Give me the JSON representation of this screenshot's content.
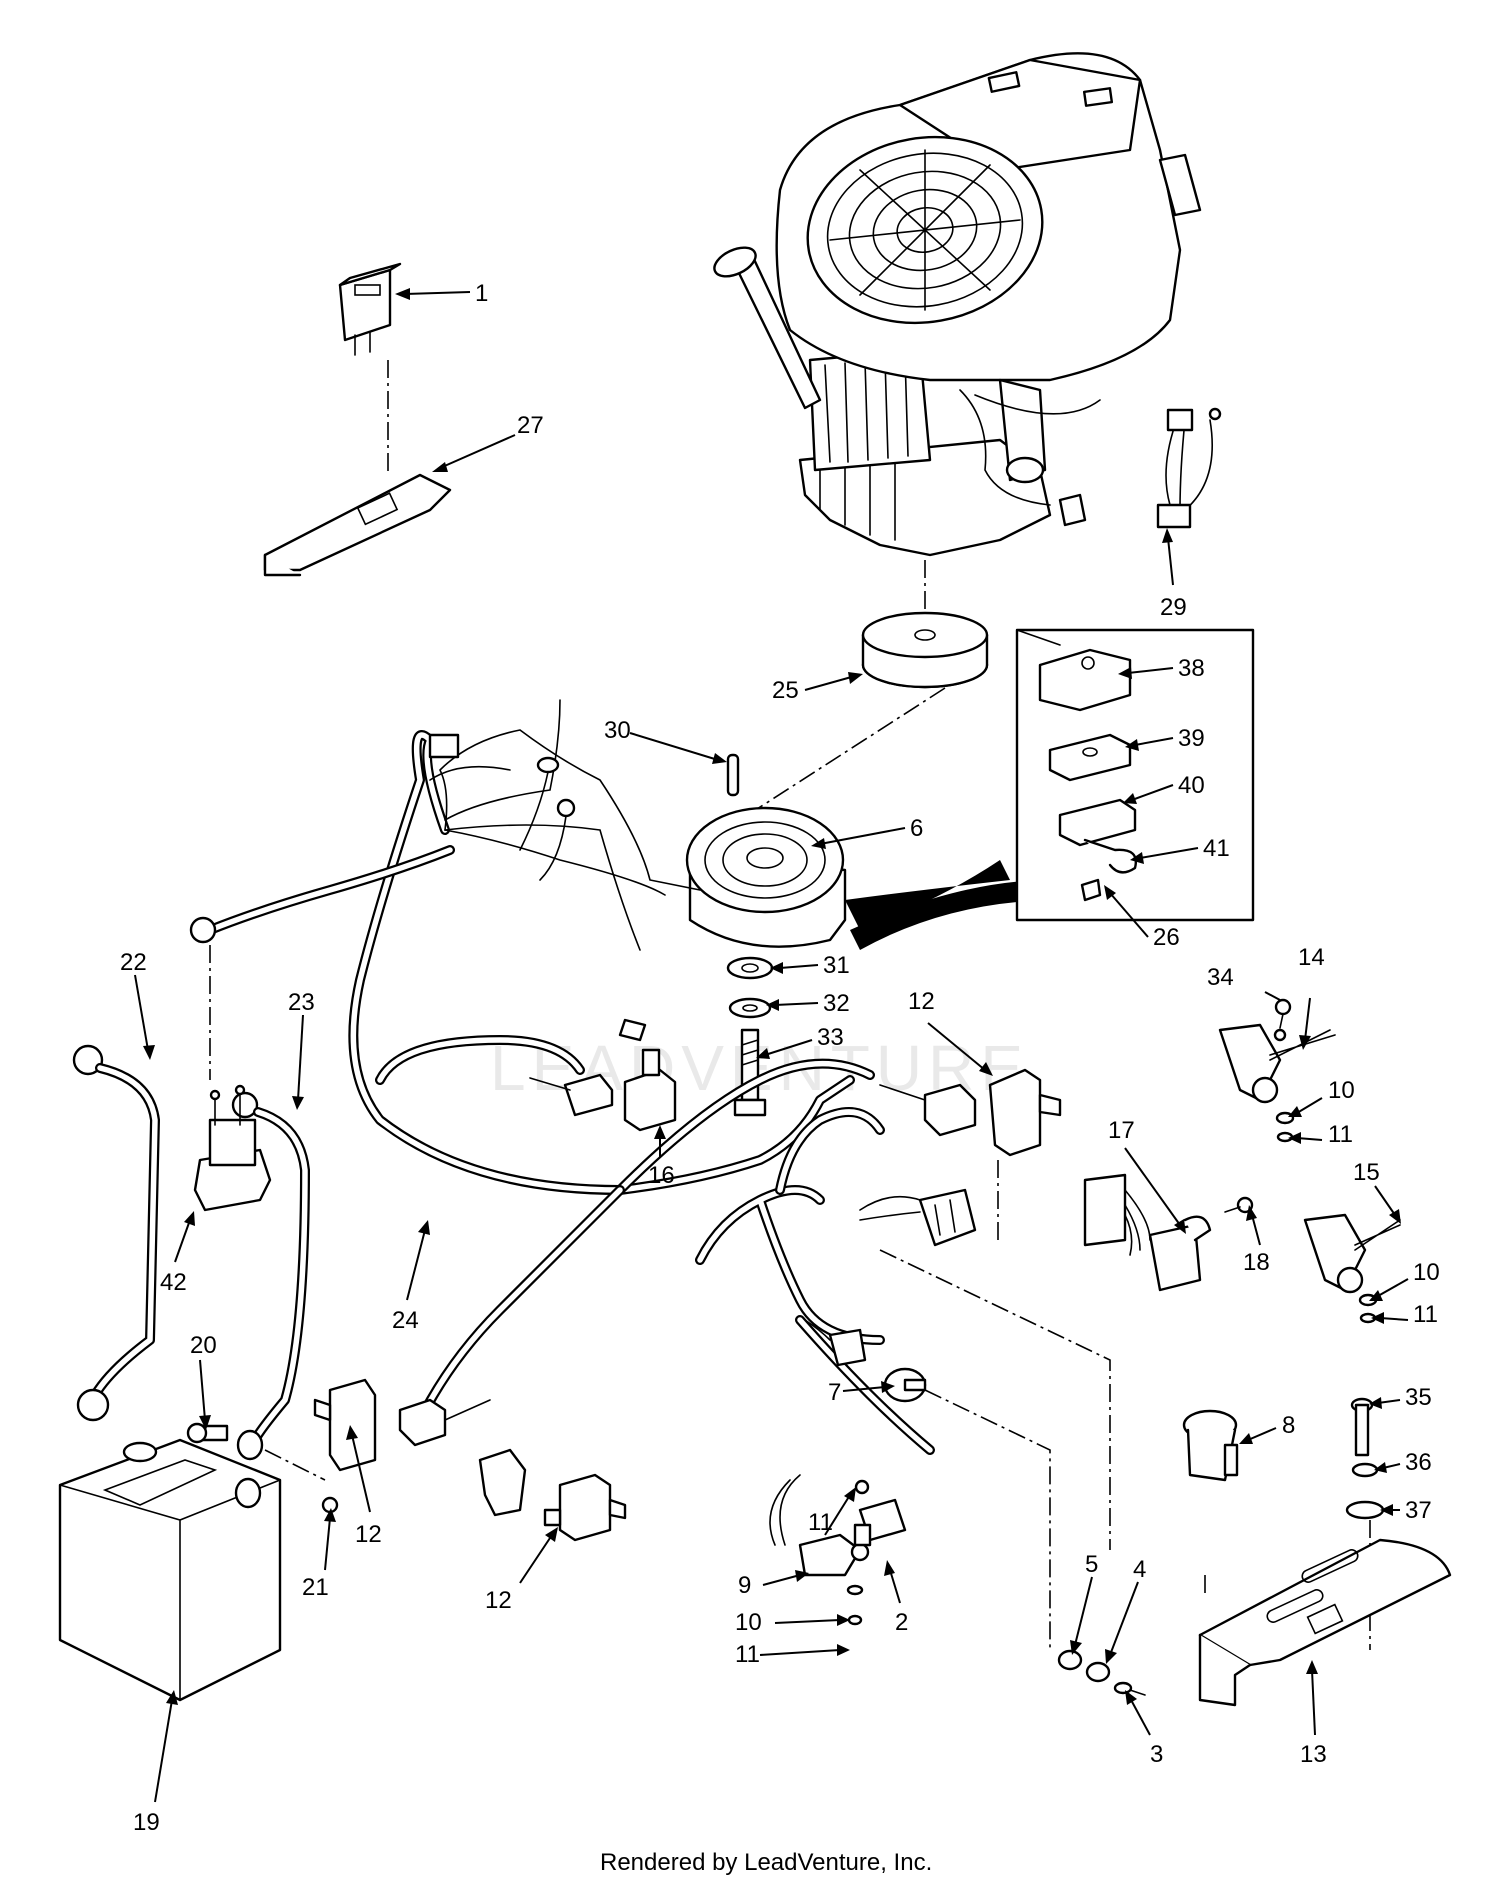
{
  "diagram": {
    "watermark": "LEADVENTURE",
    "footer": "Rendered by LeadVenture, Inc.",
    "callouts": [
      {
        "id": "c1",
        "label": "1"
      },
      {
        "id": "c27",
        "label": "27"
      },
      {
        "id": "c29",
        "label": "29"
      },
      {
        "id": "c25",
        "label": "25"
      },
      {
        "id": "c30",
        "label": "30"
      },
      {
        "id": "c6",
        "label": "6"
      },
      {
        "id": "c38",
        "label": "38"
      },
      {
        "id": "c39",
        "label": "39"
      },
      {
        "id": "c40",
        "label": "40"
      },
      {
        "id": "c41",
        "label": "41"
      },
      {
        "id": "c26",
        "label": "26"
      },
      {
        "id": "c22",
        "label": "22"
      },
      {
        "id": "c23",
        "label": "23"
      },
      {
        "id": "c31",
        "label": "31"
      },
      {
        "id": "c32",
        "label": "32"
      },
      {
        "id": "c33",
        "label": "33"
      },
      {
        "id": "c12a",
        "label": "12"
      },
      {
        "id": "c16",
        "label": "16"
      },
      {
        "id": "c34",
        "label": "34"
      },
      {
        "id": "c14",
        "label": "14"
      },
      {
        "id": "c10a",
        "label": "10"
      },
      {
        "id": "c11a",
        "label": "11"
      },
      {
        "id": "c17",
        "label": "17"
      },
      {
        "id": "c18",
        "label": "18"
      },
      {
        "id": "c15",
        "label": "15"
      },
      {
        "id": "c10b",
        "label": "10"
      },
      {
        "id": "c11b",
        "label": "11"
      },
      {
        "id": "c42",
        "label": "42"
      },
      {
        "id": "c24",
        "label": "24"
      },
      {
        "id": "c20",
        "label": "20"
      },
      {
        "id": "c7",
        "label": "7"
      },
      {
        "id": "c8",
        "label": "8"
      },
      {
        "id": "c35",
        "label": "35"
      },
      {
        "id": "c36",
        "label": "36"
      },
      {
        "id": "c37",
        "label": "37"
      },
      {
        "id": "c12b",
        "label": "12"
      },
      {
        "id": "c21",
        "label": "21"
      },
      {
        "id": "c11c",
        "label": "11"
      },
      {
        "id": "c2",
        "label": "2"
      },
      {
        "id": "c9",
        "label": "9"
      },
      {
        "id": "c10c",
        "label": "10"
      },
      {
        "id": "c11d",
        "label": "11"
      },
      {
        "id": "c12c",
        "label": "12"
      },
      {
        "id": "c5",
        "label": "5"
      },
      {
        "id": "c4",
        "label": "4"
      },
      {
        "id": "c3",
        "label": "3"
      },
      {
        "id": "c13",
        "label": "13"
      },
      {
        "id": "c19",
        "label": "19"
      }
    ]
  }
}
